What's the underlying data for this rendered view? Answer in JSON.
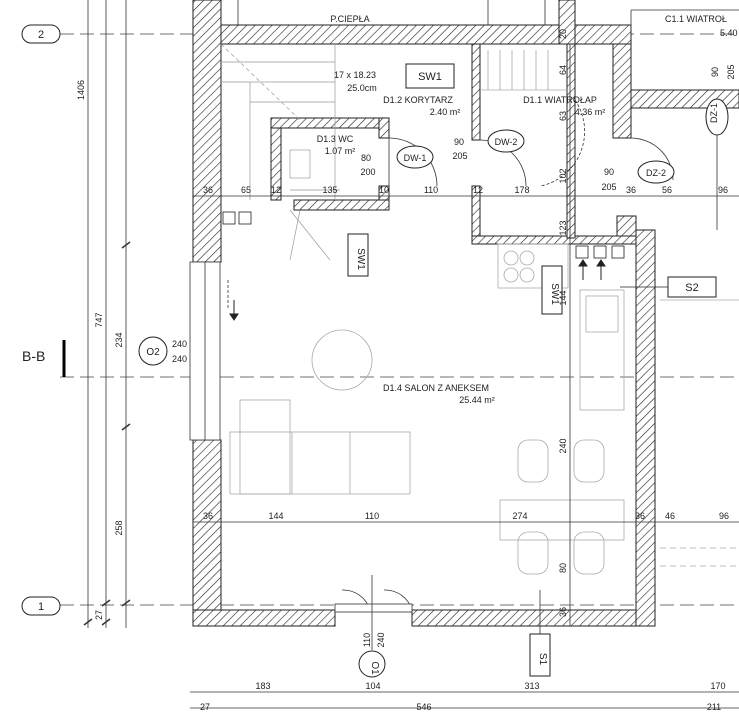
{
  "axes": {
    "axis_2": "2",
    "axis_1": "1",
    "section": "B-B"
  },
  "rooms": {
    "p_ciepla": "P.CIEPŁA",
    "c11": "C1.1  WIATROŁ",
    "c11_area": "5.40",
    "stairs": "17 x 18.23",
    "stairs_2": "25.0cm",
    "d12": "D1.2  KORYTARZ",
    "d12_area": "2.40 m²",
    "d11": "D1.1  WIATROŁAP",
    "d11_area": "4.36 m²",
    "d13": "D1.3  WC",
    "d13_area": "1.07 m²",
    "d14": "D1.4  SALON Z ANEKSEM",
    "d14_area": "25.44 m²"
  },
  "tags": {
    "sw1_top": "SW1",
    "sw1_mid": "SW1",
    "sw1_right": "SW1",
    "dw1": "DW-1",
    "dw2": "DW-2",
    "dz1": "DZ-1",
    "dz2": "DZ-2",
    "s2": "S2",
    "s1": "S1",
    "o1": "O1",
    "o2": "O2"
  },
  "dims": {
    "top_row": [
      "36",
      "65",
      "12",
      "135",
      "10",
      "110",
      "12",
      "178",
      "36",
      "56",
      "96"
    ],
    "mid_row": [
      "36",
      "144",
      "110",
      "274",
      "36",
      "46",
      "96"
    ],
    "bottom_row": [
      "183",
      "104",
      "313",
      "170"
    ],
    "bottom_row2": [
      "27",
      "546",
      "211"
    ],
    "left_total": "1406",
    "left_747": "747",
    "left_234": "234",
    "left_258": "258",
    "left_27": "27",
    "o2_w": "240",
    "o2_h": "240",
    "o1_a": "110",
    "o1_b": "240",
    "dw1_a": "80",
    "dw1_b": "200",
    "dw2_a": "90",
    "dw2_b": "205",
    "dz2_a": "90",
    "dz2_b": "205",
    "dz1_a": "90",
    "dz1_b": "205",
    "v64": "64",
    "v63": "63",
    "v102": "102",
    "v123": "123",
    "v144": "144",
    "v240": "240",
    "v80": "80",
    "v36": "36",
    "v20": "20"
  }
}
